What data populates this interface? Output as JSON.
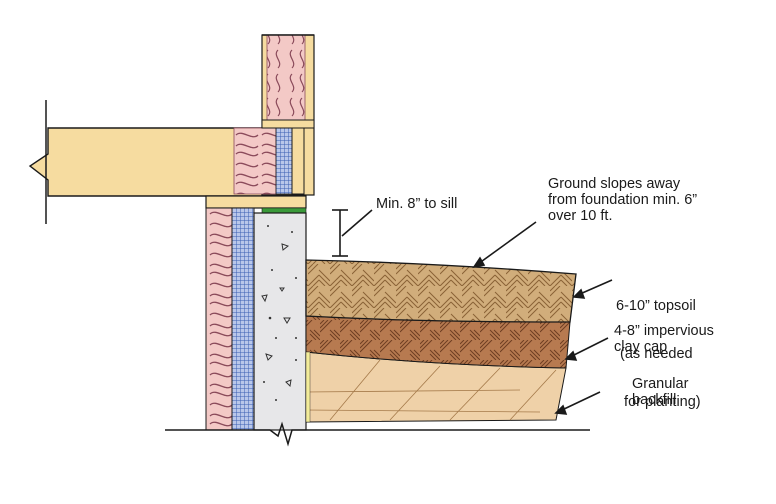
{
  "labels": {
    "sill": "Min. 8” to sill",
    "ground_slope": [
      "Ground slopes away",
      "from foundation min. 6”",
      "over 10 ft."
    ],
    "topsoil": [
      "6-10” topsoil",
      " (as needed",
      "  for planting)"
    ],
    "clay_cap": [
      "4-8” impervious",
      "clay cap"
    ],
    "backfill": [
      "Granular",
      "backfill"
    ]
  },
  "colors": {
    "lumber": "#f6dca0",
    "insulation": "#f3c9c6",
    "insulation_line": "#8a4a5a",
    "rigid_foam": "#5a7cc8",
    "concrete": "#e7e7e9",
    "topsoil": "#d1ad7b",
    "clay": "#b77a50",
    "backfill": "#efd1a8",
    "sill_seal": "#3a9a3a",
    "outline": "#1a1a1a"
  }
}
